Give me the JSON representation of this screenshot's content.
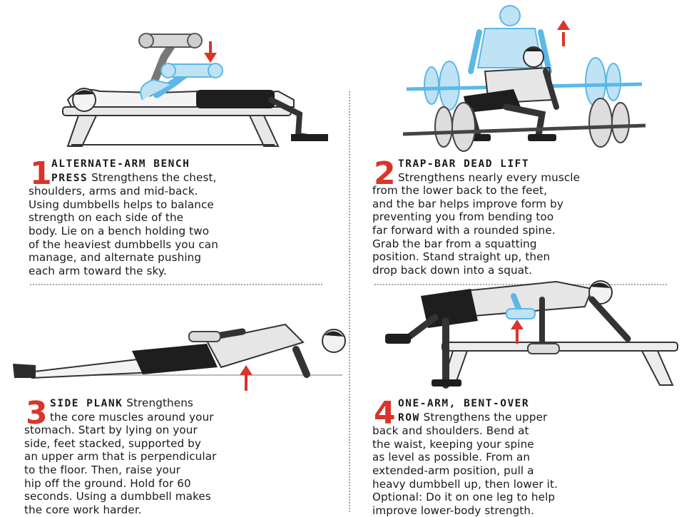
{
  "colors": {
    "accent_red": "#d9352b",
    "light_blue": "#bfe3f5",
    "outline_blue": "#5cb8e6",
    "text": "#1a1a1a",
    "divider": "#9aa4ad"
  },
  "exercises": [
    {
      "number": "1",
      "title_lines": [
        "ALTERNATE-ARM BENCH",
        "PRESS"
      ],
      "lines": [
        "Strengthens the chest,",
        "shoulders, arms and mid-back.",
        "Using dumbbells helps to balance",
        "strength on each side of the",
        "body. Lie on a bench holding two",
        "of the heaviest dumbbells you can",
        "manage, and alternate pushing",
        "each arm toward the sky."
      ],
      "illustration_icon": "bench-press-figure"
    },
    {
      "number": "2",
      "title_lines": [
        "TRAP-BAR DEAD LIFT"
      ],
      "lines": [
        "Strengthens nearly every muscle",
        "from the lower back to the feet,",
        "and the bar helps improve form by",
        "preventing you from bending too",
        "far forward with a rounded spine.",
        "Grab the bar from a squatting",
        "position. Stand straight up, then",
        "drop back down into a squat."
      ],
      "illustration_icon": "trap-bar-deadlift-figure"
    },
    {
      "number": "3",
      "title_lines": [
        "SIDE PLANK"
      ],
      "lines": [
        "Strengthens",
        "the core muscles around your",
        "stomach. Start by lying on your",
        "side, feet stacked, supported by",
        "an upper arm that is perpendicular",
        "to the floor. Then, raise your",
        "hip off the ground. Hold for 60",
        "seconds. Using a dumbbell makes",
        "the core work harder."
      ],
      "illustration_icon": "side-plank-figure"
    },
    {
      "number": "4",
      "title_lines": [
        "ONE-ARM, BENT-OVER",
        "ROW"
      ],
      "lines": [
        "Strengthens the upper",
        "back and shoulders. Bend at",
        "the waist, keeping your spine",
        "as level as possible. From an",
        "extended-arm position, pull a",
        "heavy dumbbell up, then lower it.",
        "Optional: Do it on one leg to help",
        "improve lower-body strength."
      ],
      "illustration_icon": "bent-over-row-figure"
    }
  ]
}
